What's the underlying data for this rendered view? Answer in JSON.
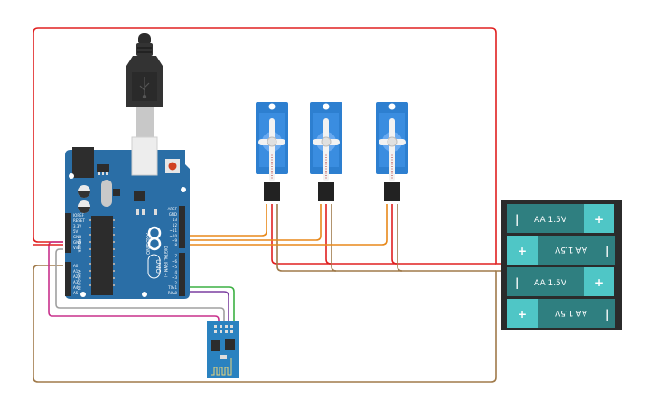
{
  "canvas": {
    "title": "Arduino Uno servo + ESP8266 circuit"
  },
  "components": {
    "usb_cable": {
      "name": "USB cable",
      "icon": "usb-icon"
    },
    "arduino": {
      "name": "Arduino Uno",
      "brand": "ARDUINO",
      "model": "UNO",
      "digital_label": "DIGITAL (PWM ~)",
      "power_label": "POWER",
      "analog_label": "ANALOG IN",
      "power_pins": [
        "IOREF",
        "RESET",
        "3.3V",
        "5V",
        "GND",
        "GND",
        "Vin"
      ],
      "analog_pins": [
        "A0",
        "A1",
        "A2",
        "A3",
        "A4",
        "A5"
      ],
      "digital_pins_top": [
        "AREF",
        "GND",
        "13",
        "12",
        "~11",
        "~10",
        "~9",
        "8"
      ],
      "digital_pins_bottom": [
        "7",
        "~6",
        "~5",
        "4",
        "~3",
        "2",
        "TX▸1",
        "RX◂0"
      ],
      "led_labels": [
        "L",
        "TX",
        "RX",
        "ON"
      ]
    },
    "servos": [
      {
        "name": "Servo 1"
      },
      {
        "name": "Servo 2"
      },
      {
        "name": "Servo 3"
      }
    ],
    "battery_pack": {
      "name": "4x AA battery pack",
      "cells": [
        {
          "label": "AA 1.5V",
          "orientation": "normal"
        },
        {
          "label": "AA 1.5V",
          "orientation": "flipped"
        },
        {
          "label": "AA 1.5V",
          "orientation": "normal"
        },
        {
          "label": "AA 1.5V",
          "orientation": "flipped"
        }
      ],
      "plus": "+",
      "minus": "|"
    },
    "wifi_module": {
      "name": "ESP8266 ESP-01"
    }
  },
  "wires": [
    {
      "name": "power-5v",
      "color": "#e02020"
    },
    {
      "name": "ground",
      "color": "#a07a4a"
    },
    {
      "name": "signal",
      "color": "#e8891c"
    },
    {
      "name": "tx",
      "color": "#3cb043"
    },
    {
      "name": "rx",
      "color": "#7b3fa0"
    },
    {
      "name": "esp-power",
      "color": "#c8308c"
    },
    {
      "name": "esp-gnd",
      "color": "#a0a0a0"
    }
  ],
  "colors": {
    "board": "#2a6ea6",
    "servo": "#2d7fd0",
    "battery_dark": "#2f7f80",
    "battery_light": "#4fc6c6",
    "battery_case": "#2b2b2b"
  }
}
